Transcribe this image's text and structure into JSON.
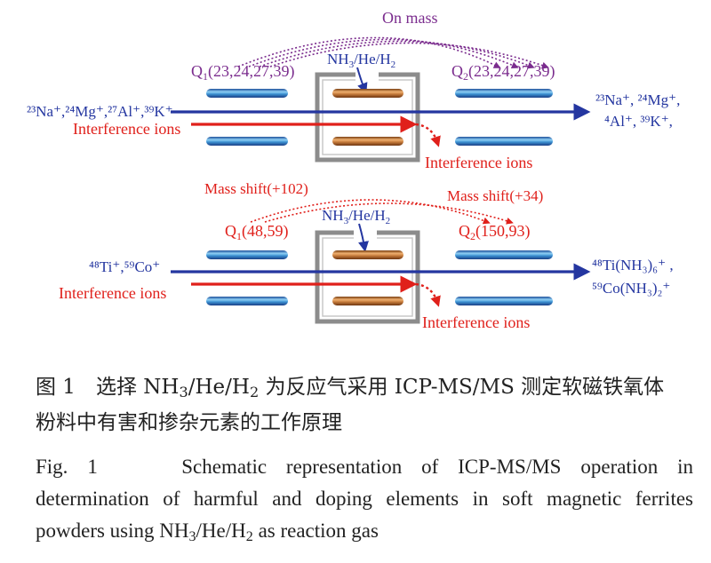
{
  "colors": {
    "purple": "#7b2d8e",
    "red": "#e0201b",
    "blue": "#2436a0",
    "rod_blue": "#3a8fd0",
    "rod_copper": "#c47a3a",
    "cell_gray": "#9a9a9a"
  },
  "panel_top": {
    "on_mass_label": "On mass",
    "gas_label": [
      "NH",
      "3",
      "/He/H",
      "2"
    ],
    "q1_label": [
      "Q",
      "1",
      "(23,24,27,39)"
    ],
    "q2_label": [
      "Q",
      "2",
      "(23,24,27,39)"
    ],
    "input_ions": "²³Na⁺,²⁴Mg⁺,²⁷Al⁺,³⁹K⁺",
    "output_ions_line1": "²³Na⁺, ²⁴Mg⁺,",
    "output_ions_line2": "⁴Al⁺, ³⁹K⁺,",
    "interference_left": "Interference ions",
    "interference_right": "Interference ions"
  },
  "panel_bottom": {
    "mass_shift_1": "Mass shift(+102)",
    "mass_shift_2": "Mass shift(+34)",
    "gas_label": [
      "NH",
      "3",
      "/He/H",
      "2"
    ],
    "q1_label": [
      "Q",
      "1",
      "(48,59)"
    ],
    "q2_label": [
      "Q",
      "2",
      "(150,93)"
    ],
    "input_ions": "⁴⁸Ti⁺,⁵⁹Co⁺",
    "output_ions_line1": "⁴⁸Ti(NH₃)₆⁺ ,",
    "output_ions_line2": "⁵⁹Co(NH₃)₂⁺",
    "interference_left": "Interference ions",
    "interference_right": "Interference ions"
  },
  "caption": {
    "cn_line1_a": "图 1　选择 NH",
    "cn_line1_sub1": "3",
    "cn_line1_b": "/He/H",
    "cn_line1_sub2": "2",
    "cn_line1_c": " 为反应气采用 ICP-MS/MS 测定软磁铁氧体",
    "cn_line2": "粉料中有害和掺杂元素的工作原理",
    "en_line1": "Fig. 1　　Schematic representation of ICP-MS/MS operation in",
    "en_line2": "determination of harmful and doping elements in soft magnetic ferrites",
    "en_line3_a": "powders using NH",
    "en_line3_sub1": "3",
    "en_line3_b": "/He/H",
    "en_line3_sub2": "2",
    "en_line3_c": " as reaction gas"
  }
}
